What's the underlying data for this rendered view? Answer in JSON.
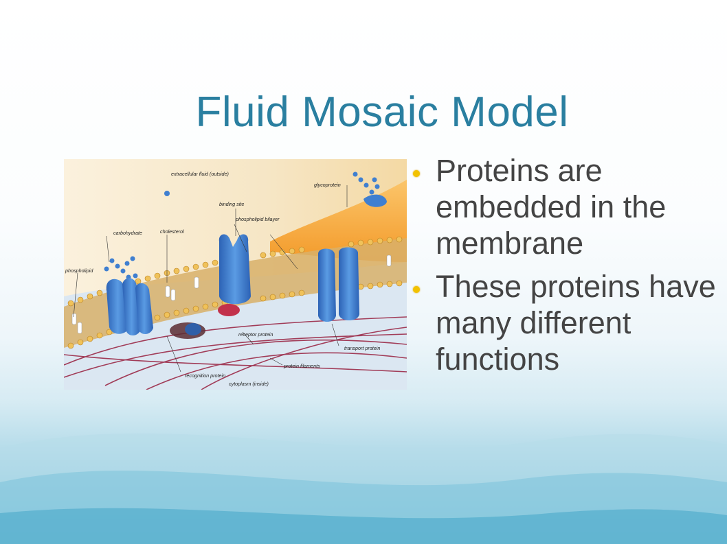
{
  "slide": {
    "title": "Fluid Mosaic Model",
    "bullets": [
      "Proteins are embedded in the membrane",
      "These proteins have many different functions"
    ]
  },
  "diagram": {
    "labels": {
      "outside": "extracellular fluid (outside)",
      "glycoprotein": "glycoprotein",
      "binding_site": "binding site",
      "carbohydrate": "carbohydrate",
      "phospholipid_bilayer": "phospholipid bilayer",
      "cholesterol": "cholesterol",
      "phospholipid": "phospholipid",
      "receptor_protein": "receptor protein",
      "transport_protein": "transport protein",
      "protein_filaments": "protein filaments",
      "recognition_protein": "recognition protein",
      "inside": "cytoplasm (inside)"
    },
    "colors": {
      "protein": "#3f7fd0",
      "head": "#e9b84a",
      "filament": "#9b2a48",
      "cytoplasm": "#d9e6f0",
      "outer": "#f6e7c8"
    }
  }
}
